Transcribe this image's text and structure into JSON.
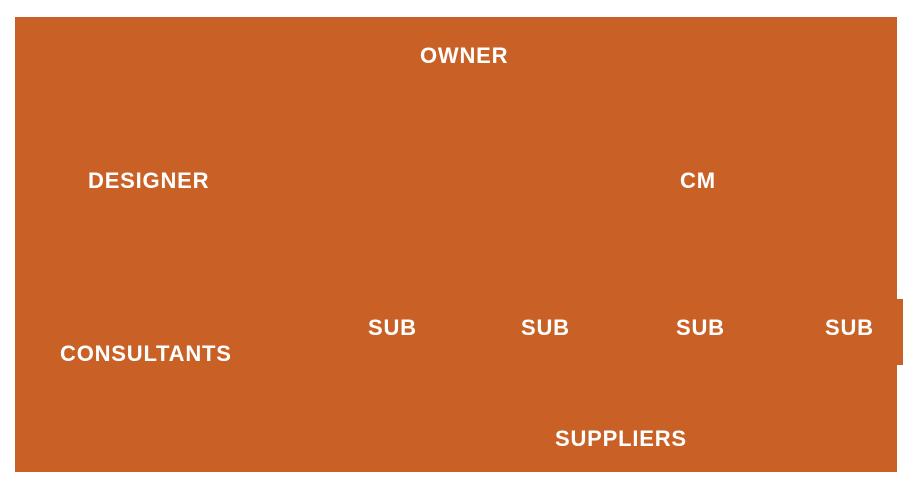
{
  "colors": {
    "canvas": "#c96127",
    "label": "#ffffff",
    "page_background": "#ffffff"
  },
  "diagram": {
    "owner": "OWNER",
    "designer": "DESIGNER",
    "cm": "CM",
    "subs": [
      "SUB",
      "SUB",
      "SUB",
      "SUB"
    ],
    "consultants": "CONSULTANTS",
    "suppliers": "SUPPLIERS"
  }
}
